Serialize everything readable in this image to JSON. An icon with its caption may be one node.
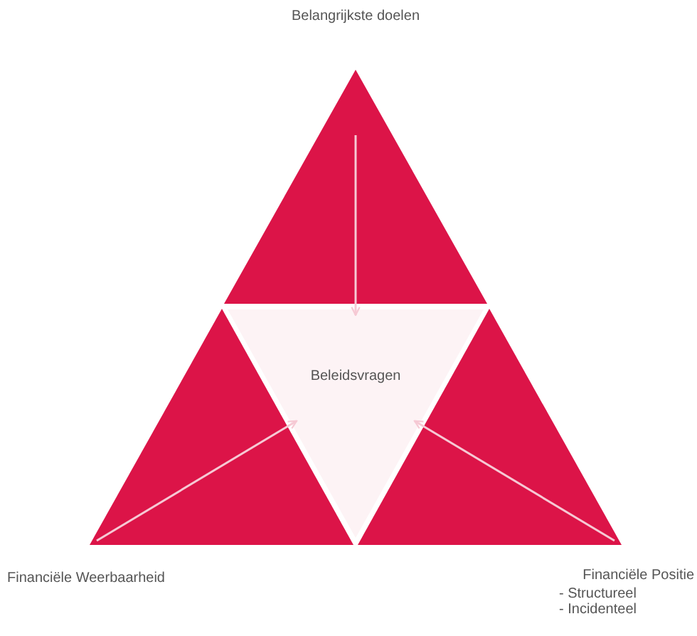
{
  "diagram": {
    "nodes": [
      {
        "text": [
          "Belangrijkste doelen"
        ]
      },
      {
        "text": [
          "Financiële Weerbaarheid"
        ]
      },
      {
        "text": [
          "Financiële Positie",
          "- Structureel",
          "- Incidenteel"
        ]
      },
      {
        "text": [
          "Beleidsvragen"
        ]
      }
    ],
    "edges": [
      {
        "from": 0,
        "to": 3,
        "arrow": "to"
      },
      {
        "from": 1,
        "to": 3,
        "arrow": "to"
      },
      {
        "from": 2,
        "to": 3,
        "arrow": "to"
      }
    ]
  }
}
